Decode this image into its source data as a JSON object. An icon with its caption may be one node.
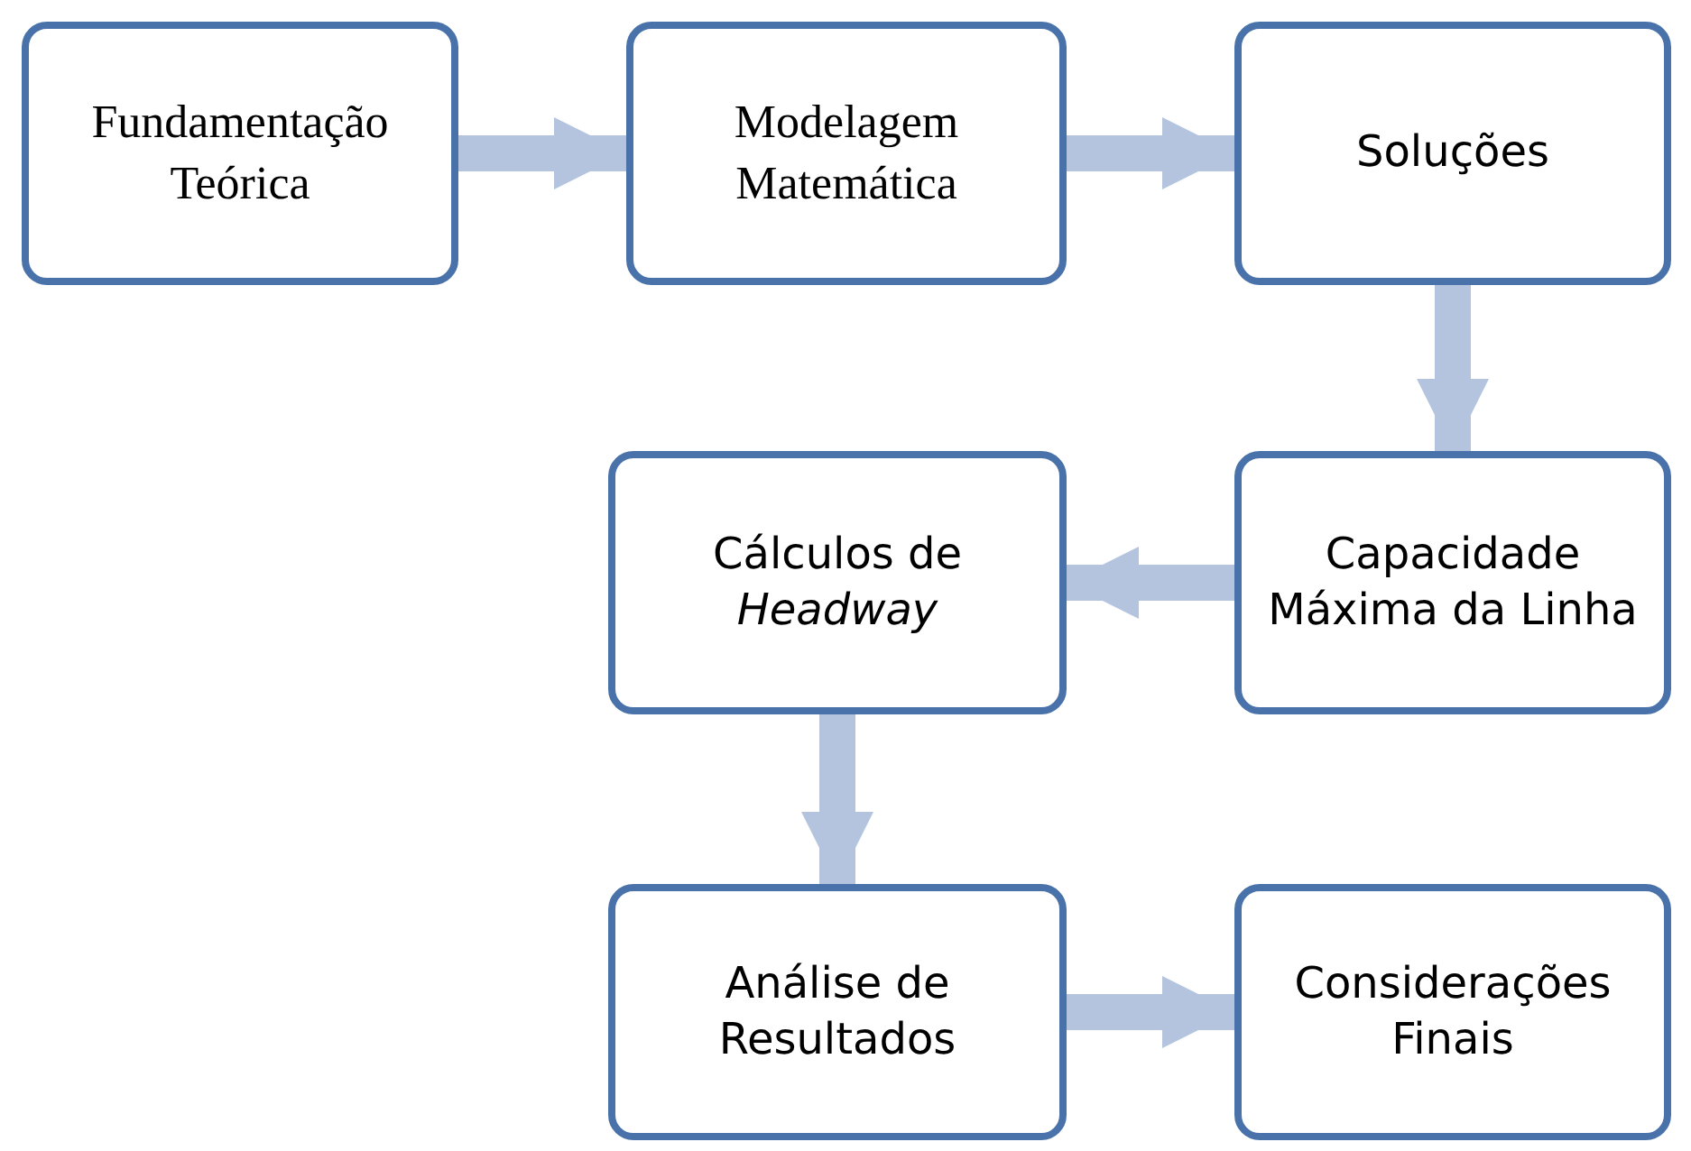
{
  "diagram": {
    "nodes": [
      {
        "text": [
          "Fundamentação Teórica"
        ]
      },
      {
        "text": [
          "Modelagem Matemática"
        ]
      },
      {
        "text": [
          "Soluções"
        ]
      },
      {
        "text": [
          "Capacidade Máxima da Linha"
        ]
      },
      {
        "text": [
          "Cálculos de *Headway*"
        ]
      },
      {
        "text": [
          "Análise de Resultados"
        ]
      },
      {
        "text": [
          "Considerações Finais"
        ]
      }
    ],
    "edges": [
      {
        "from": 0,
        "to": 1,
        "arrow": "to"
      },
      {
        "from": 1,
        "to": 2,
        "arrow": "to"
      },
      {
        "from": 2,
        "to": 3,
        "arrow": "to"
      },
      {
        "from": 3,
        "to": 4,
        "arrow": "to"
      },
      {
        "from": 4,
        "to": 5,
        "arrow": "to"
      },
      {
        "from": 5,
        "to": 6,
        "arrow": "to"
      }
    ]
  }
}
